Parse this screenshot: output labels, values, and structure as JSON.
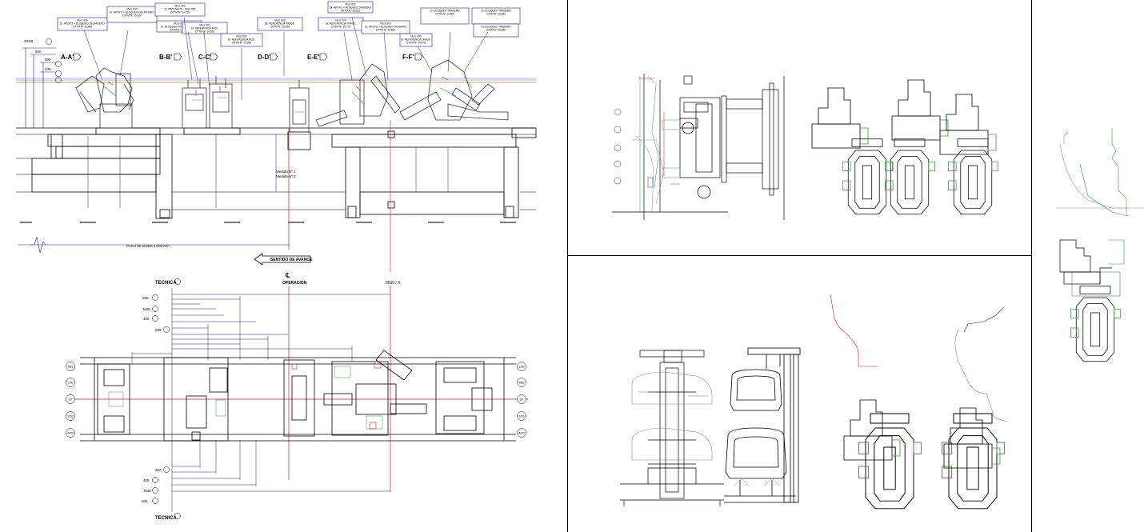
{
  "elevation": {
    "callouts": [
      "Mod. 600\nDr. APOYO + BLOQUEO DELANTERO\nOTTM Nº 15.889",
      "Mod. 600\nDr. APOYO + BLOQUEO DELANTERO\nOTTM Nº 15.160",
      "Mod. 600\nDr. PIVOTANTE - Mod. 600\nOTTM Nº 14.759",
      "Mod. 600\nDr. BLOQUEO TRASERO MOD.\nOTTM Nº 14.592",
      "Mod. 600\nDr. REFERENCIA MOD.\nOTTM Nº 14.592",
      "Mod. 600\nDr. REFERENCIA MOD.\nOTTM Nº 15.556",
      "Mod. 600\nDr. REFERENCIA TRASE.\nOTTM Nº 15.556",
      "Mod. 600\nDr. APOYO + BLOQUEO TRASERO\nOTTM Nº 15.061",
      "Mod. 600\nDr. REFERENCIA TRASE.\nOTTM Nº 15.770",
      "Mod. 600\nDr. APOYO + BLOQUEO TRASERO\nOTTM Nº 15.562",
      "Mod. 600\nDr. REFERENCIA TRASE.\nOTTM Nº 14.478",
      "Dr. BLOQUEO TRASERO\nOTTM Nº 14.580",
      "Dr. BLOQUEO TRASERO\nOTTM Nº 15.843",
      "Dr. BLOQUEO TRASERO\nOTTM Nº 15.856"
    ],
    "sections": [
      "A-A'",
      "B-B'",
      "C-C'",
      "D-D'",
      "E-E'",
      "F-F'"
    ],
    "level_marks": [
      "30/50",
      "500",
      "400",
      "100"
    ],
    "pitch_label": "PASO de LINEA 5.000 mm",
    "note": "Medida Nº 1\nMedida Nº 2"
  },
  "plan": {
    "direction_label": "SENTIDO DE AVANCE",
    "cl_symbol": "℄",
    "operation_label": "OPERACIÓN",
    "station_label": "6500 / X",
    "tecnica_label": "TECNICA",
    "left_bubbles_top": [
      "206",
      "M48",
      "405",
      "209"
    ],
    "left_bubbles_bottom": [
      "30A",
      "405",
      "M48",
      "206"
    ],
    "edge_bubbles": [
      "M63",
      "L/90",
      "3/T",
      "2/03",
      "A/03"
    ],
    "edge_bubbles_right": [
      "L/90",
      "M63",
      "3/T",
      "2/03",
      "A/03"
    ]
  },
  "colors": {
    "ink": "#000000",
    "dimension": "#1a1aa8",
    "centerline": "#d01b1b",
    "green": "#2f9a3a",
    "panel_border": "#000000"
  }
}
